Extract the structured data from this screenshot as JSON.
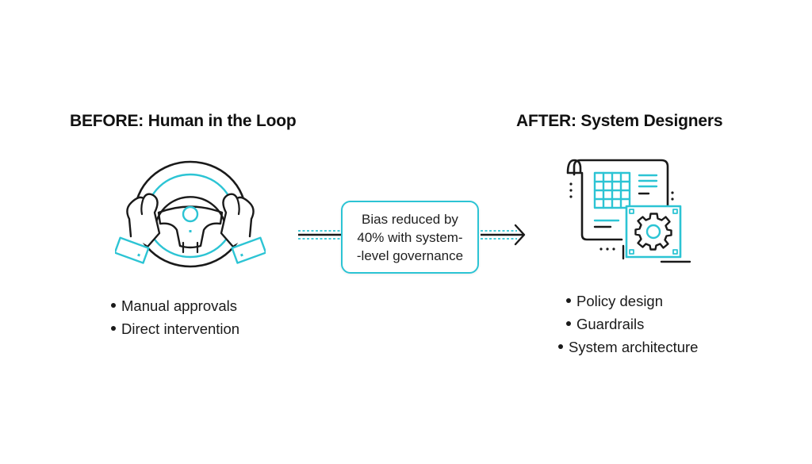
{
  "colors": {
    "accent": "#2cc4d4",
    "ink": "#1a1a1a",
    "background": "#ffffff"
  },
  "before": {
    "title": "BEFORE: Human in the Loop",
    "icon": "steering-wheel-with-hands-icon",
    "bullets": [
      "Manual approvals",
      "Direct intervention"
    ]
  },
  "transition": {
    "icon": "right-arrow-icon",
    "callout_lines": [
      "Bias reduced by",
      "40% with system-",
      "-level governance"
    ]
  },
  "after": {
    "title": "AFTER: System Designers",
    "icon": "blueprint-with-gear-icon",
    "bullets": [
      "Policy design",
      "Guardrails",
      "System architecture"
    ]
  }
}
